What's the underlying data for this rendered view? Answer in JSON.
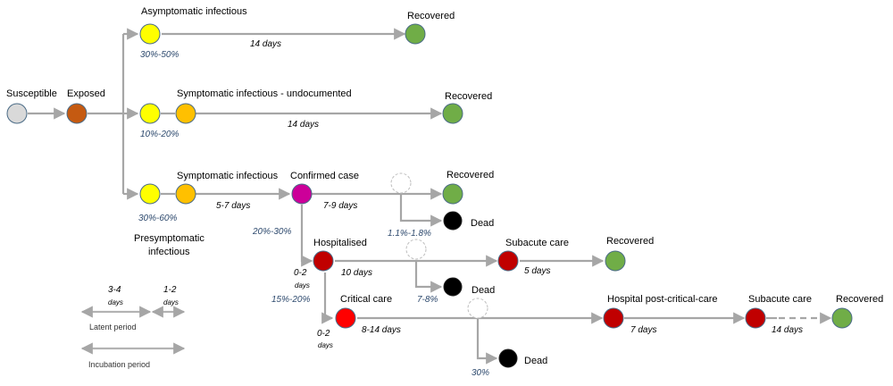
{
  "colors": {
    "susceptible": "#d9d9d9",
    "exposed": "#c55a11",
    "infectious_yellow": "#ffff00",
    "infectious_orange": "#ffc000",
    "confirmed": "#cc0099",
    "hospital_red": "#c00000",
    "critical_red": "#ff0000",
    "recovered": "#70ad47",
    "dead": "#000000",
    "edge": "#a6a6a6",
    "percent_text": "#2e4a6e"
  },
  "labels": {
    "susceptible": "Susceptible",
    "exposed": "Exposed",
    "asymptomatic": "Asymptomatic infectious",
    "symptomatic_undocumented": "Symptomatic infectious - undocumented",
    "symptomatic": "Symptomatic infectious",
    "confirmed": "Confirmed case",
    "presymptomatic_line1": "Presymptomatic",
    "presymptomatic_line2": "infectious",
    "hospitalised": "Hospitalised",
    "critical": "Critical care",
    "subacute_1": "Subacute care",
    "hospital_post_critical": "Hospital post-critical-care",
    "subacute_2": "Subacute care",
    "recovered_1": "Recovered",
    "recovered_2": "Recovered",
    "recovered_3": "Recovered",
    "recovered_4": "Recovered",
    "recovered_5": "Recovered",
    "dead_1": "Dead",
    "dead_2": "Dead",
    "dead_3": "Dead"
  },
  "durations": {
    "asymptomatic_recovery": "14 days",
    "undocumented_recovery": "14 days",
    "presymptomatic_to_symptomatic": "5-7 days",
    "confirmed_to_outcome": "7-9 days",
    "to_hospital_value": "0-2",
    "to_hospital_unit": "days",
    "hospital_stay": "10 days",
    "subacute_stay": "5 days",
    "to_critical_value": "0-2",
    "to_critical_unit": "days",
    "critical_stay": "8-14 days",
    "post_critical_stay": "7 days",
    "subacute_final_stay": "14 days"
  },
  "percentages": {
    "asymptomatic": "30%-50%",
    "undocumented": "10%-20%",
    "symptomatic": "30%-60%",
    "confirmed_hospitalised": "20%-30%",
    "confirmed_dead": "1.1%-1.8%",
    "hospital_critical": "15%-20%",
    "hospital_dead": "7-8%",
    "critical_dead": "30%"
  },
  "legend": {
    "latent_value": "3-4",
    "latent_unit": "days",
    "presymp_value": "1-2",
    "presymp_unit": "days",
    "latent_label": "Latent period",
    "incubation_label": "Incubation period"
  }
}
